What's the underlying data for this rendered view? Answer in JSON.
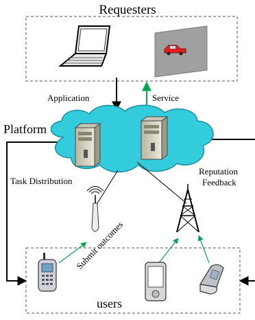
{
  "labels": {
    "requesters": "Requesters",
    "application": "Application",
    "service": "Service",
    "platform": "Platform",
    "task_distribution": "Task Distribution",
    "reputation_line1": "Reputation",
    "reputation_line2": "Feedback",
    "submit_outcomes": "Submit outcomes",
    "users": "users"
  },
  "colors": {
    "cloud_fill": "#33ccdd",
    "cloud_stroke": "#1a8fa0",
    "arrow_green": "#00a651",
    "line_black": "#000000",
    "box_dash": "#555555",
    "server_face": "#d6d3c4",
    "screen_gray": "#9a9a9a",
    "car_red": "#e02020"
  },
  "icons": {
    "requesters": [
      "laptop-icon",
      "car-monitor-icon"
    ],
    "platform": [
      "server-icon",
      "server-icon"
    ],
    "relays": [
      "access-point-icon",
      "cell-tower-icon"
    ],
    "users": [
      "mobile-phone-icon",
      "pda-icon",
      "flip-phone-icon"
    ]
  }
}
